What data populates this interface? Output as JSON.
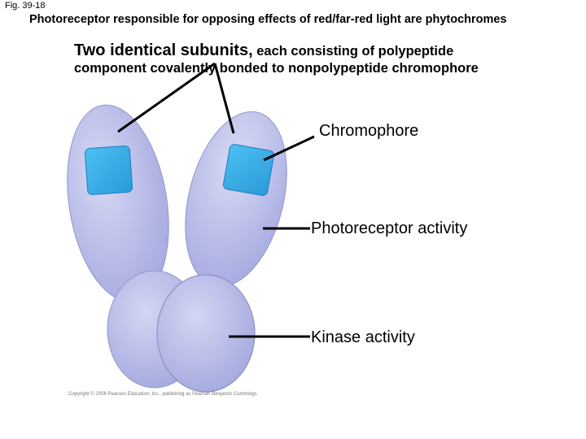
{
  "figure": {
    "number": "Fig. 39-18",
    "title": "Photoreceptor responsible for opposing effects of red/far-red light are phytochromes"
  },
  "subunits_label": {
    "part1": "Two identical subunits,",
    "part2": " each consisting of polypeptide",
    "line2": "component covalently bonded to nonpolypeptide chromophore"
  },
  "labels": {
    "chromophore": "Chromophore",
    "photoreceptor_activity": "Photoreceptor activity",
    "kinase_activity": "Kinase activity"
  },
  "copyright": "Copyright © 2008 Pearson Education, Inc., publishing as Pearson Benjamin Cummings.",
  "colors": {
    "subunit_fill": "#b9bde8",
    "subunit_edge": "#8c90c8",
    "chromophore_fill": "#3fb2ea",
    "chromophore_edge": "#1a7ec0"
  }
}
